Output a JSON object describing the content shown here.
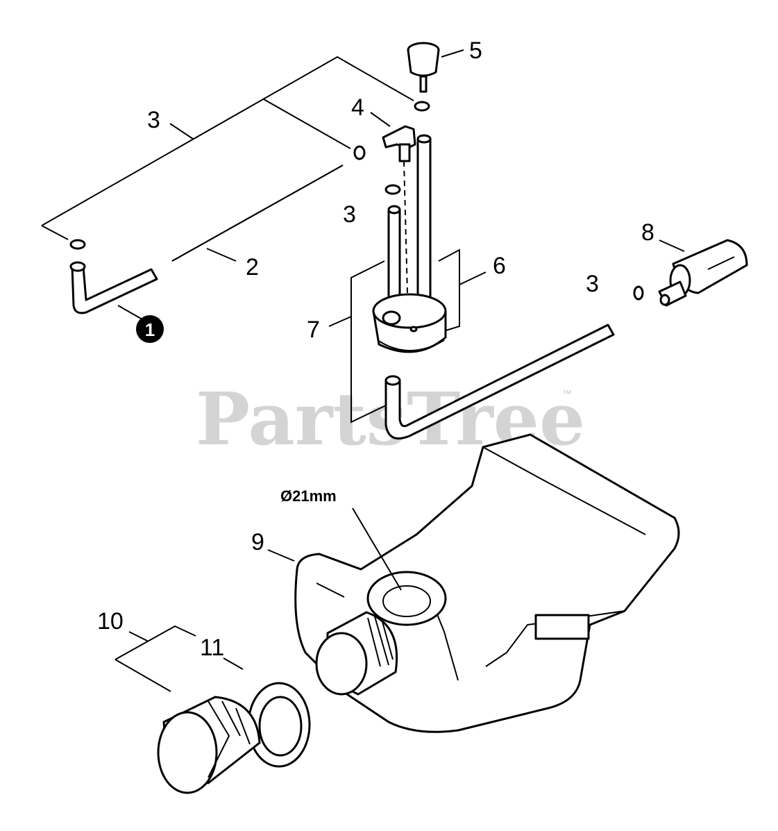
{
  "watermark": {
    "text": "PartsTree",
    "trademark": "™"
  },
  "dimension_label": "Ø21mm",
  "callouts": {
    "c5": "5",
    "c4": "4",
    "c3_top": "3",
    "c3_mid": "3",
    "c3_right": "3",
    "c2": "2",
    "c1": "1",
    "c6": "6",
    "c7": "7",
    "c8": "8",
    "c9": "9",
    "c10": "10",
    "c11": "11"
  }
}
